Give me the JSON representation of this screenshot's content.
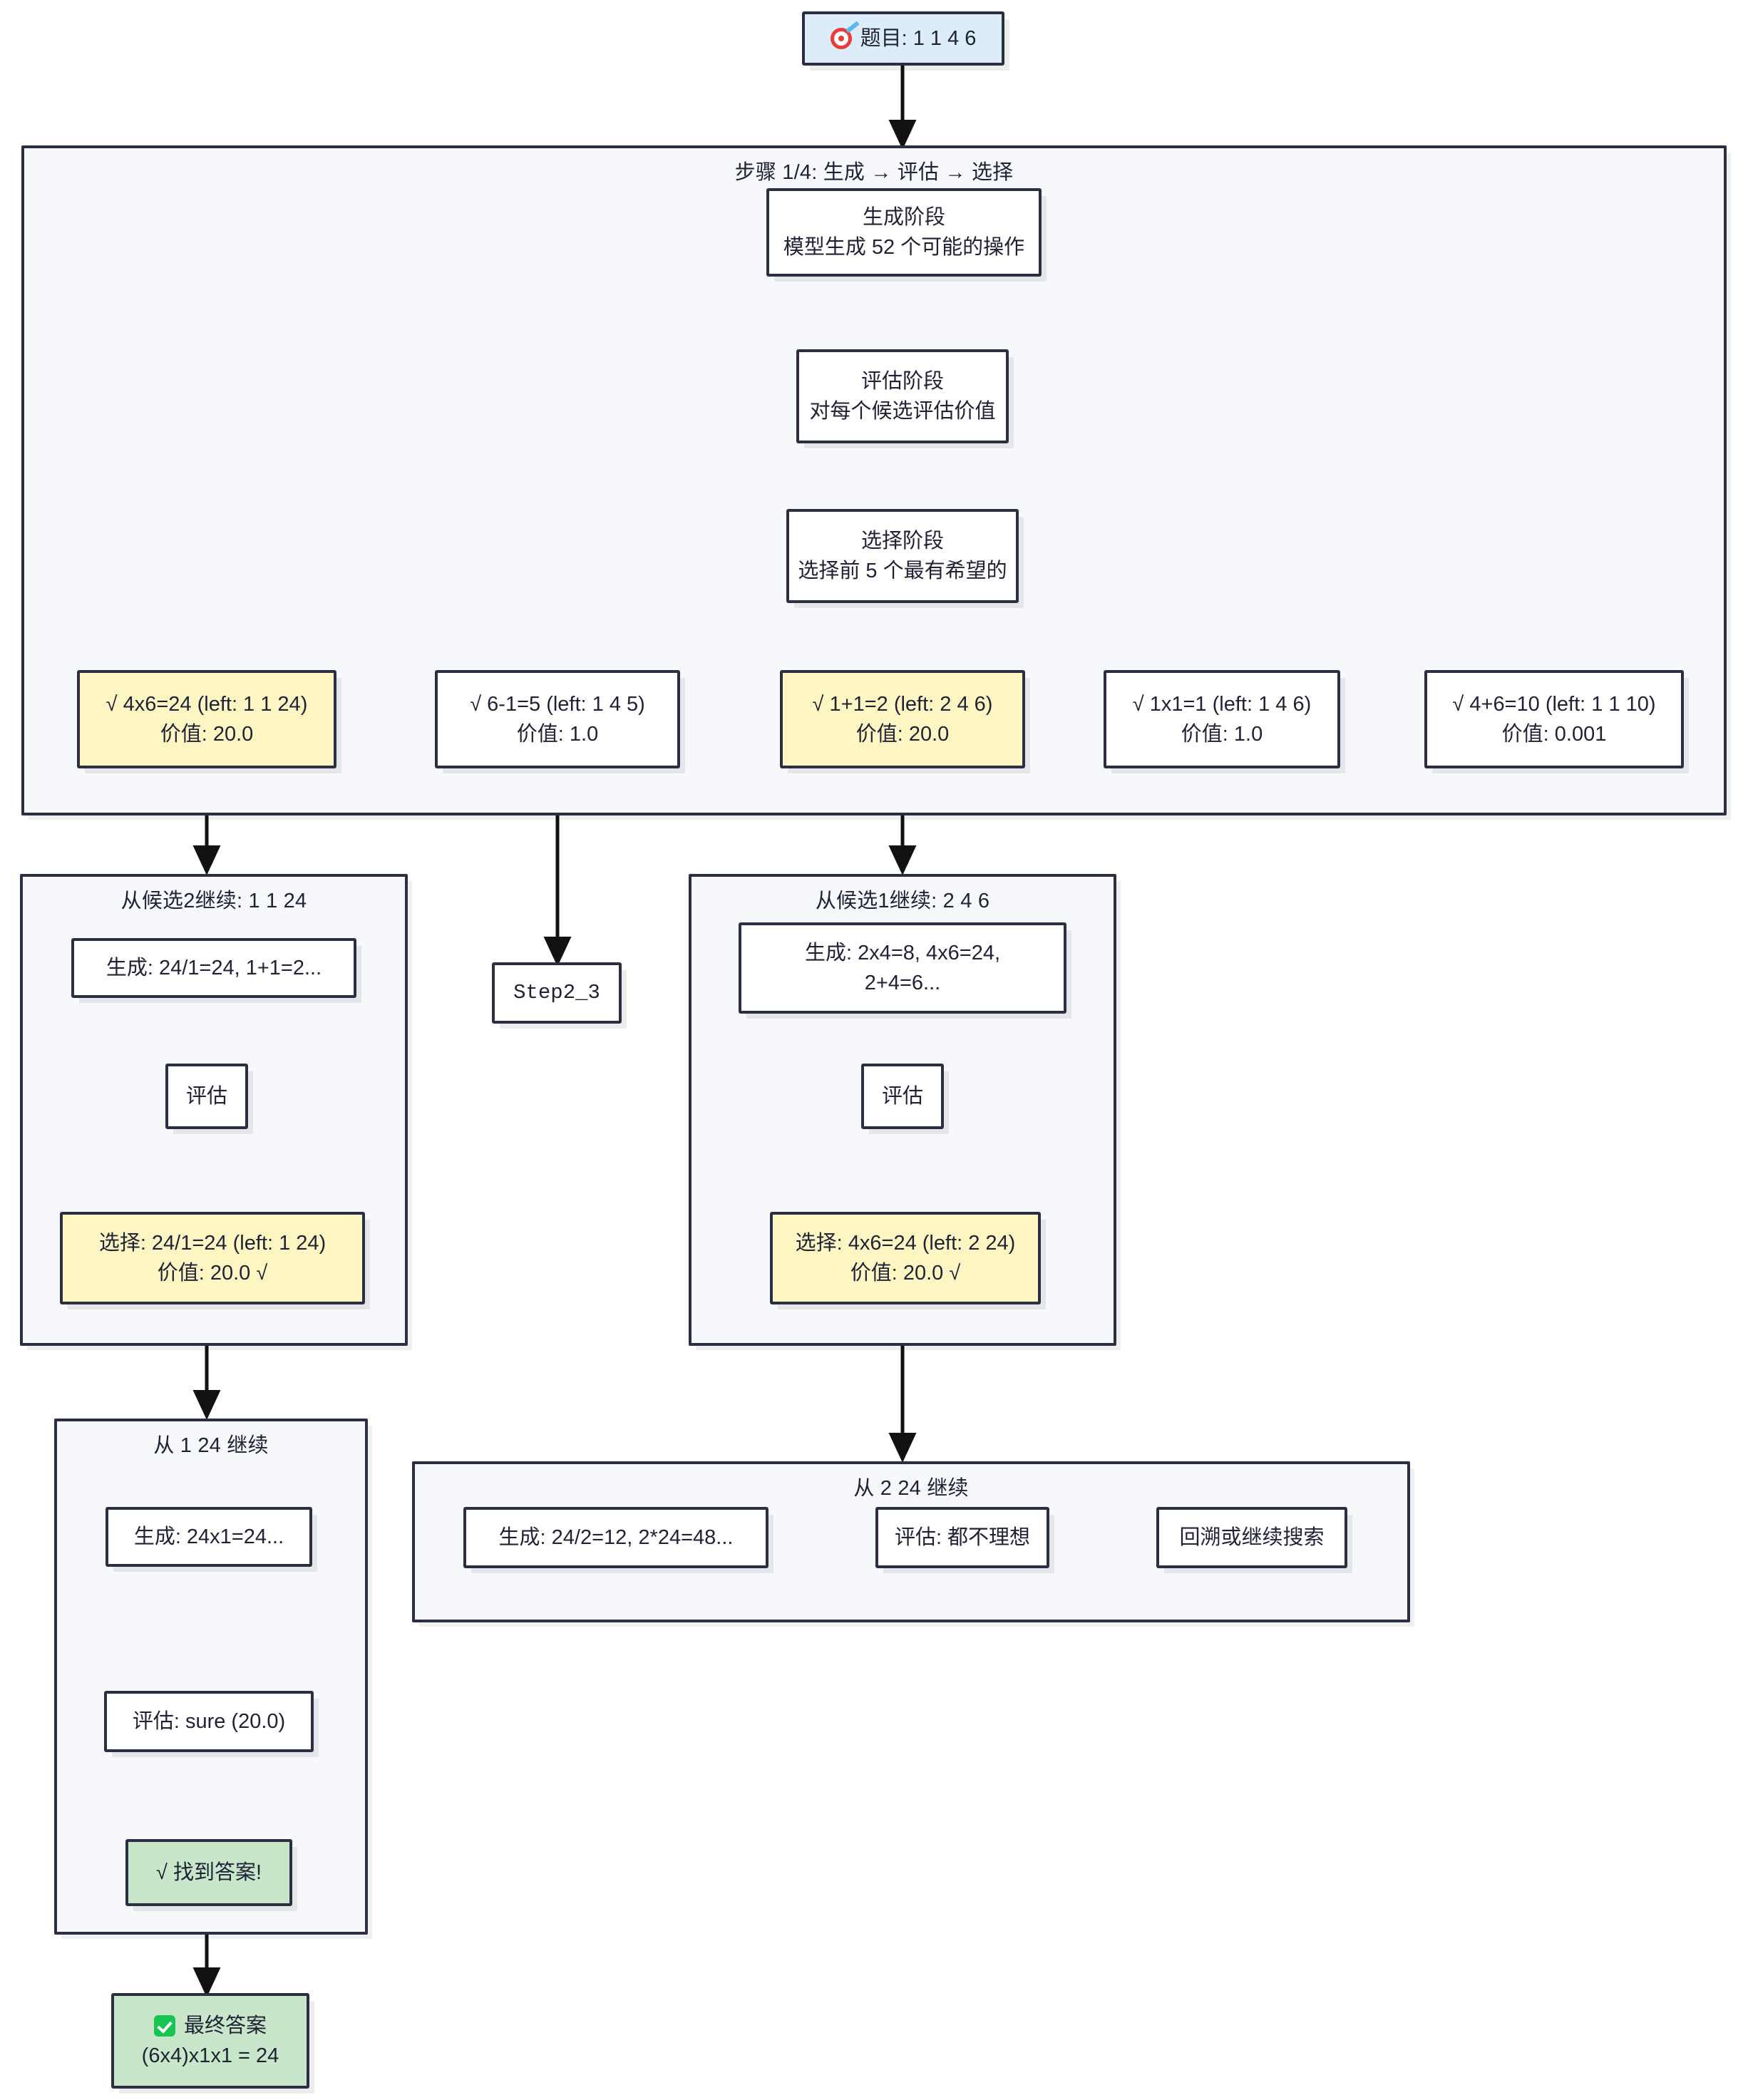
{
  "diagram": {
    "title_node": {
      "icon": "target-icon",
      "label": "题目: 1 1 4 6"
    },
    "step_group": {
      "title": "步骤 1/4: 生成 → 评估 → 选择",
      "generate": {
        "line1": "生成阶段",
        "line2": "模型生成 52 个可能的操作"
      },
      "evaluate": {
        "line1": "评估阶段",
        "line2": "对每个候选评估价值"
      },
      "select": {
        "line1": "选择阶段",
        "line2": "选择前 5 个最有希望的"
      },
      "candidates": [
        {
          "line1": "√ 4x6=24 (left: 1 1 24)",
          "line2": "价值: 20.0",
          "highlight": "yellow"
        },
        {
          "line1": "√ 6-1=5 (left: 1 4 5)",
          "line2": "价值: 1.0",
          "highlight": "none"
        },
        {
          "line1": "√ 1+1=2 (left: 2 4 6)",
          "line2": "价值: 20.0",
          "highlight": "yellow"
        },
        {
          "line1": "√ 1x1=1 (left: 1 4 6)",
          "line2": "价值: 1.0",
          "highlight": "none"
        },
        {
          "line1": "√ 4+6=10 (left: 1 1 10)",
          "line2": "价值: 0.001",
          "highlight": "none"
        }
      ]
    },
    "branch_c2": {
      "title": "从候选2继续: 1 1 24",
      "generate": "生成: 24/1=24, 1+1=2...",
      "evaluate": "评估",
      "select_line1": "选择: 24/1=24 (left: 1 24)",
      "select_line2": "价值: 20.0 √"
    },
    "step2_3": {
      "label": "Step2_3"
    },
    "branch_c1": {
      "title": "从候选1继续: 2 4 6",
      "generate_line1": "生成: 2x4=8, 4x6=24,",
      "generate_line2": "2+4=6...",
      "evaluate": "评估",
      "select_line1": "选择: 4x6=24 (left: 2 24)",
      "select_line2": "价值: 20.0 √"
    },
    "branch_124": {
      "title": "从 1 24 继续",
      "generate": "生成: 24x1=24...",
      "evaluate": "评估: sure (20.0)",
      "found": "√ 找到答案!"
    },
    "branch_224": {
      "title": "从 2 24 继续",
      "generate": "生成: 24/2=12, 2*24=48...",
      "evaluate": "评估: 都不理想",
      "backtrack": "回溯或继续搜索"
    },
    "final": {
      "icon": "check-icon",
      "line1": "最终答案",
      "line2": "(6x4)x1x1 = 24"
    }
  },
  "colors": {
    "stroke": "#2b2f44",
    "group_fill": "#f7f8fb",
    "node_fill": "#ffffff",
    "highlight_yellow": "#fdf6c3",
    "success_green": "#c8e6ca",
    "start_blue": "#dcedf9",
    "text": "#1f2235"
  }
}
